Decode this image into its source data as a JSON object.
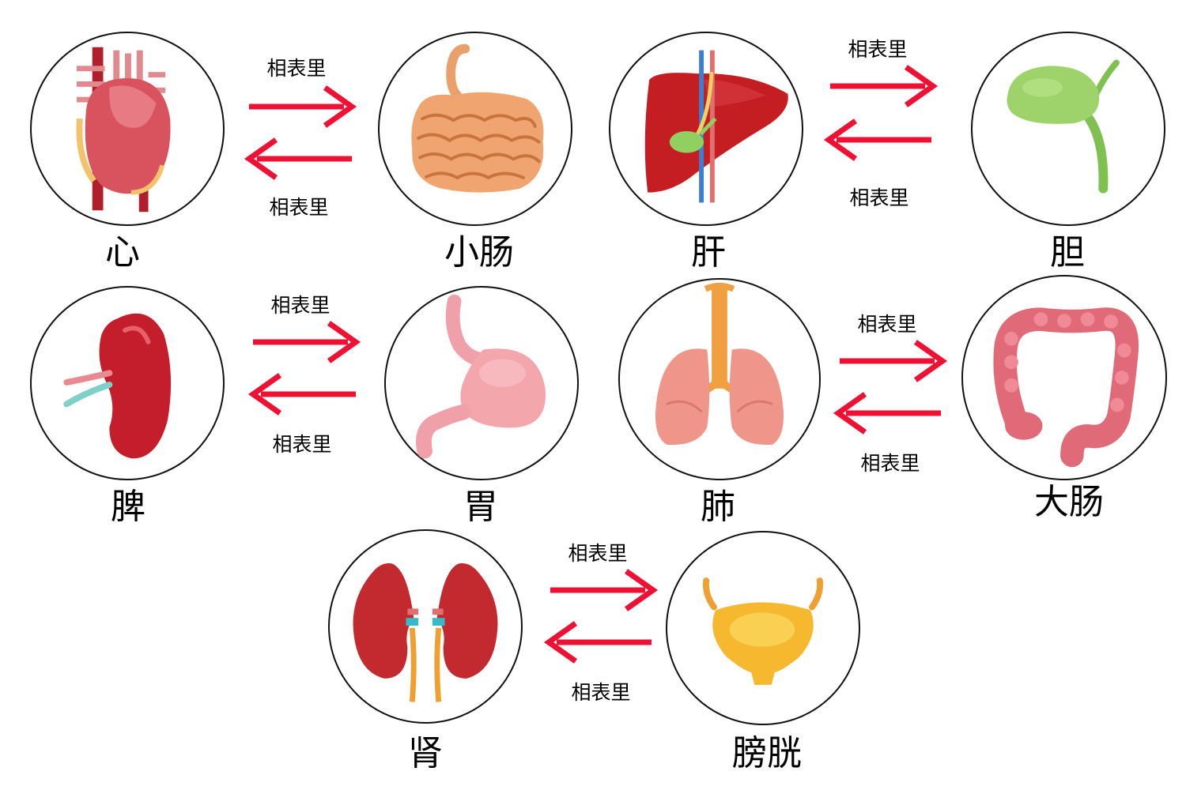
{
  "colors": {
    "arrow": "#ee1133",
    "circle_border": "#111111"
  },
  "organs": {
    "heart": "心",
    "small_intestine": "小肠",
    "liver": "肝",
    "gallbladder": "胆",
    "spleen": "脾",
    "stomach": "胃",
    "lung": "肺",
    "large_intestine": "大肠",
    "kidney": "肾",
    "bladder": "膀胱"
  },
  "pairs": [
    {
      "from": "心",
      "to": "小肠",
      "top_label": "相表里",
      "bottom_label": "相表里"
    },
    {
      "from": "肝",
      "to": "胆",
      "top_label": "相表里",
      "bottom_label": "相表里"
    },
    {
      "from": "脾",
      "to": "胃",
      "top_label": "相表里",
      "bottom_label": "相表里"
    },
    {
      "from": "肺",
      "to": "大肠",
      "top_label": "相表里",
      "bottom_label": "相表里"
    },
    {
      "from": "肾",
      "to": "膀胱",
      "top_label": "相表里",
      "bottom_label": "相表里"
    }
  ]
}
